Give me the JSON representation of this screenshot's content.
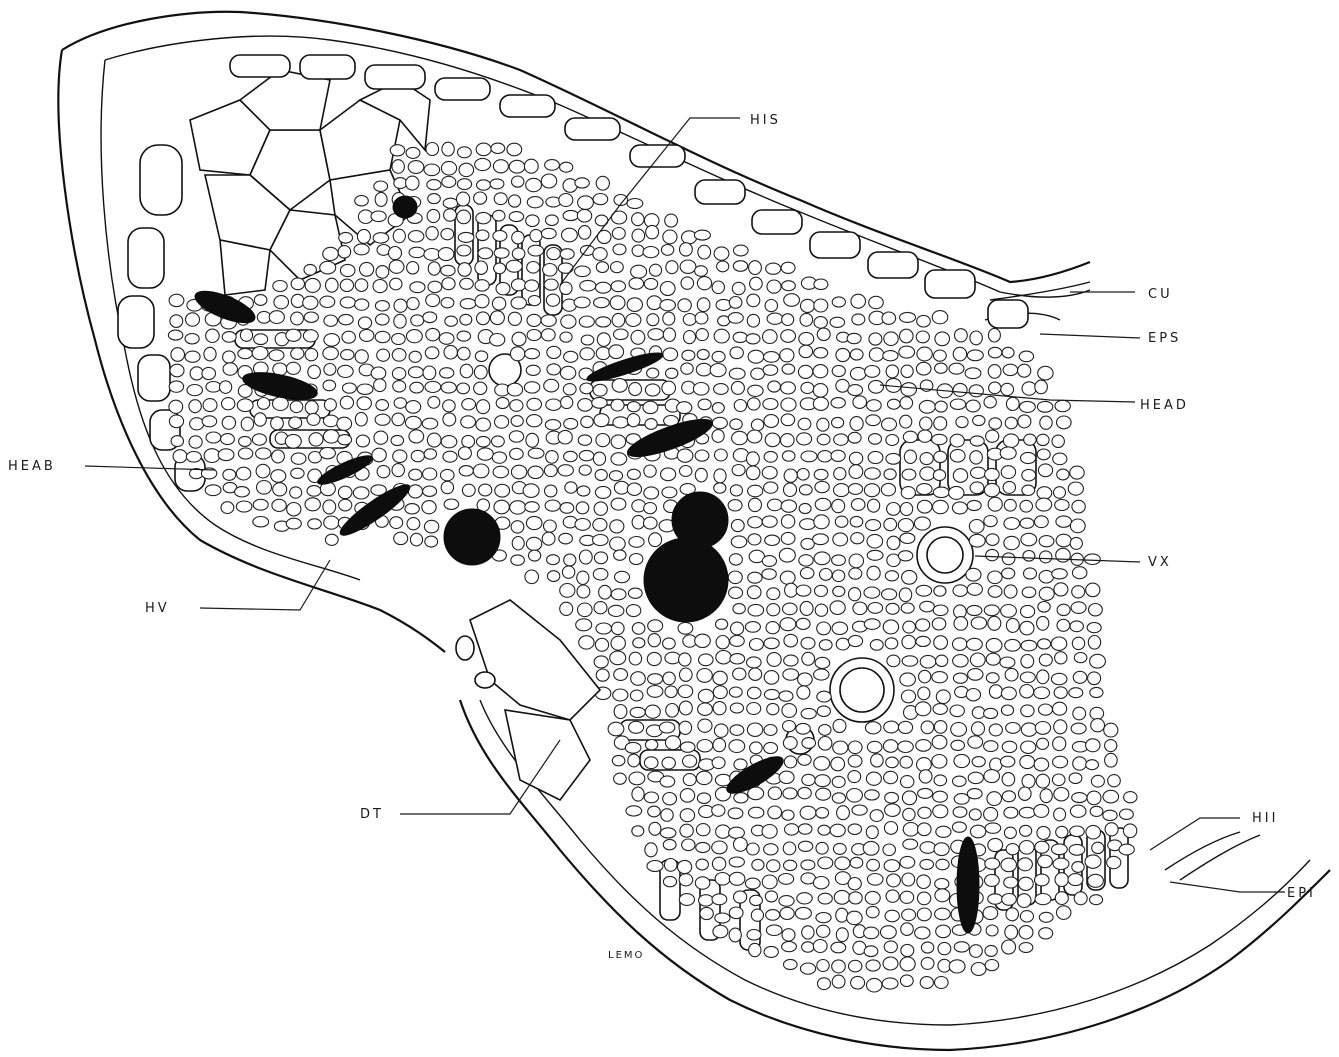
{
  "labels": {
    "his": "HIS",
    "cu": "CU",
    "eps": "EPS",
    "head": "HEAD",
    "heab": "HEAB",
    "vx": "VX",
    "hv": "HV",
    "dt": "DT",
    "hii": "HII",
    "epi": "EPI",
    "lemo": "LEMO"
  },
  "colors": {
    "ink": "#111111",
    "paper": "#ffffff"
  }
}
